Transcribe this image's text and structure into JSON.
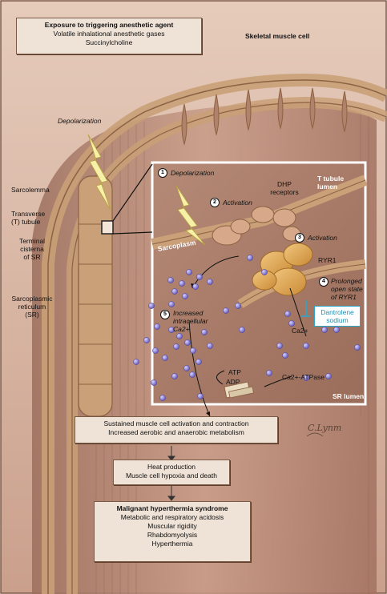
{
  "trigger": {
    "title": "Exposure to triggering anesthetic agent",
    "lines": [
      "Volatile inhalational anesthetic gases",
      "Succinylcholine"
    ]
  },
  "skeletal_label": "Skeletal muscle cell",
  "depolarization_label": "Depolarization",
  "left_labels": {
    "sarcolemma": "Sarcolemma",
    "transverse": "Transverse\n(T) tubule",
    "terminal": "Terminal\ncisterna\nof SR",
    "sarcoplasmic": "Sarcoplasmic\nreticulum\n(SR)"
  },
  "inset": {
    "step1": {
      "num": "1",
      "text": "Depolarization"
    },
    "step2": {
      "num": "2",
      "text": "Activation"
    },
    "step3": {
      "num": "3",
      "text": "Activation"
    },
    "step4": {
      "num": "4",
      "text": "Prolonged\nopen state\nof RYR1"
    },
    "step5": {
      "num": "5",
      "text": "Increased\nintracellular\nCa2+"
    },
    "t_tubule_lumen": "T tubule\nlumen",
    "dhp": "DHP\nreceptors",
    "sarcoplasm": "Sarcoplasm",
    "ryr1": "RYR1",
    "ca": "Ca2+",
    "dantrolene": "Dantrolene\nsodium",
    "atp": "ATP",
    "adp": "ADP",
    "atpase": "Ca2+-ATPase",
    "sr_lumen": "SR lumen"
  },
  "box1": {
    "lines": [
      "Sustained muscle cell activation and contraction",
      "Increased aerobic and anaerobic metabolism"
    ]
  },
  "box2": {
    "lines": [
      "Heat production",
      "Muscle cell hypoxia and death"
    ]
  },
  "box3": {
    "title": "Malignant hyperthermia syndrome",
    "lines": [
      "Metabolic and respiratory acidosis",
      "Muscular rigidity",
      "Rhabdomyolysis",
      "Hyperthermia"
    ]
  },
  "signature": "C.Lynm",
  "colors": {
    "panel_bg": "#d8b8a6",
    "muscle": "#a87a68",
    "membrane": "#c9a077",
    "receptor": "#d8a88a",
    "ryr1": "#e0ac5a",
    "calcium": "#8a80cf",
    "dantrolene": "#2aa7c9"
  }
}
